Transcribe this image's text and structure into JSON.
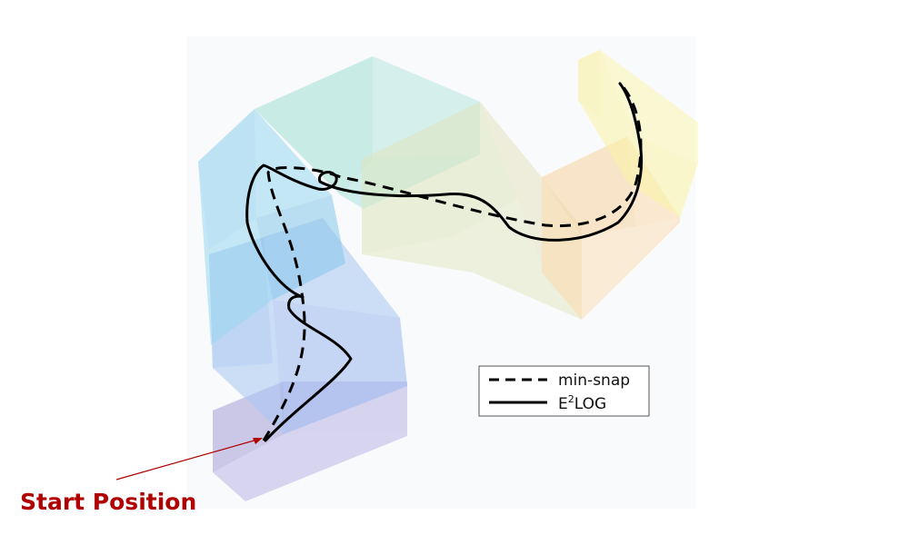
{
  "legend": {
    "min_snap": "min-snap",
    "e2log_base": "E",
    "e2log_sup": "2",
    "e2log_rest": "LOG"
  },
  "annotation": {
    "start_label": "Start Position"
  },
  "colors": {
    "min_snap": "#000000",
    "e2log": "#000000",
    "annotation": "#b00000",
    "segment_1": "#a9a3d9",
    "segment_2": "#9ec0f0",
    "segment_3": "#8fcff0",
    "segment_4": "#9fdcd6",
    "segment_5": "#dfe6bf",
    "segment_6": "#f8d7a8",
    "segment_7": "#f8f2a0"
  }
}
